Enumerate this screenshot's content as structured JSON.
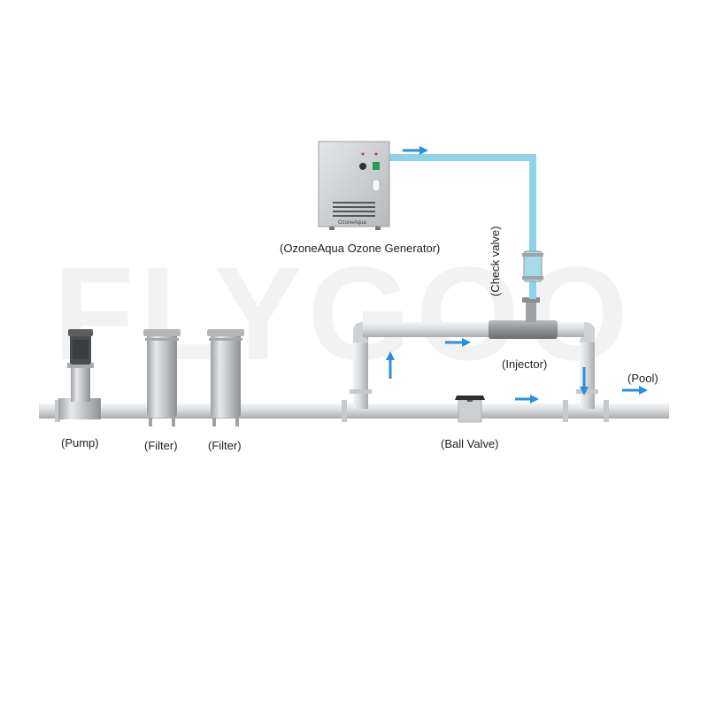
{
  "watermark": "FLYGOO",
  "generator": {
    "label": "(OzoneAqua Ozone Generator)",
    "brand": "OzoneAqua"
  },
  "labels": {
    "pump": "(Pump)",
    "filter_1": "(Filter)",
    "filter_2": "(Filter)",
    "ball_valve": "(Ball Valve)",
    "injector": "(Injector)",
    "check_valve": "(Check valve)",
    "pool": "(Pool)"
  },
  "colors": {
    "ozone_line": "#8fd3e6",
    "flow_arrow": "#2a8fe0",
    "pipe": "#d4d6d8",
    "steel": "#c4c7ca"
  },
  "icons": {
    "flow": "arrow-icon",
    "valve": "ball-valve-icon"
  }
}
